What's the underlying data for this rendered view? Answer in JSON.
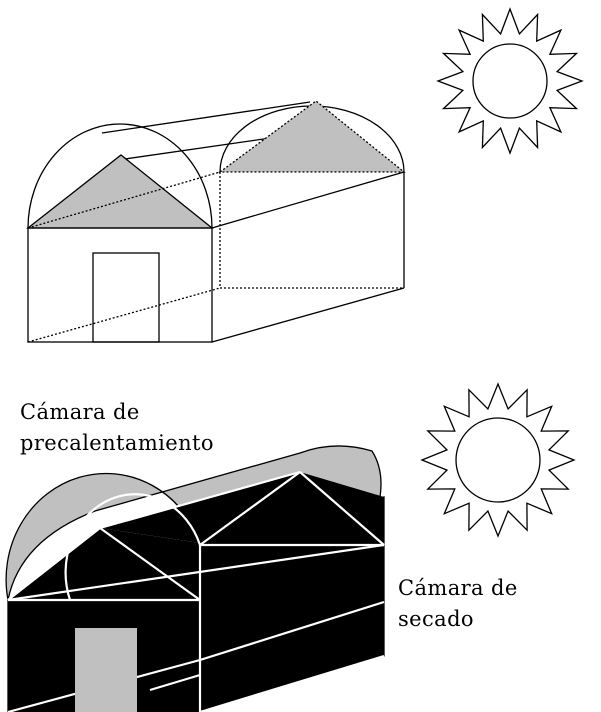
{
  "labels": {
    "preheating_line1": "Cámara de",
    "preheating_line2": "precalentamiento",
    "drying_line1": "Cámara de",
    "drying_line2": "secado"
  },
  "colors": {
    "outline": "#000000",
    "gable_fill": "#c0c0c0",
    "chamber_fill": "#000000",
    "frame_white": "#ffffff",
    "door_gray": "#c0c0c0",
    "background": "#ffffff"
  },
  "icons": [
    "sun-icon",
    "sun-icon"
  ]
}
